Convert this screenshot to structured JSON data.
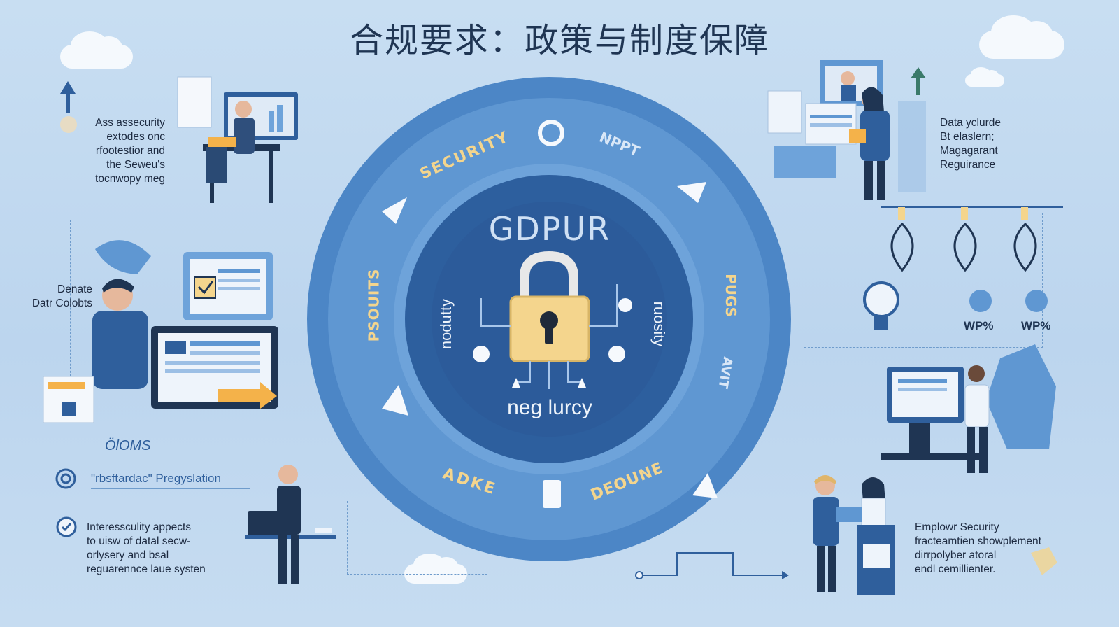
{
  "title": "合规要求：政策与制度保障",
  "center": {
    "heading": "GDPUR",
    "bottom": "neg lurcy",
    "left_vertical": "nodutty",
    "right_vertical": "ruosity"
  },
  "ring_labels": {
    "top_left": "SECURITY",
    "top_right": "NPPT",
    "left": "PSOUITS",
    "right": "PUGS",
    "bottom_left": "ADKE",
    "bottom_right": "DEOUNE",
    "right_lower": "AVIT"
  },
  "left_top_text": [
    "Ass assecurity",
    "extodes onc",
    "rfootestior and",
    "the Seweu's",
    "tocnwopy meg"
  ],
  "left_mid_text": [
    "Denate",
    "Datr Colobts"
  ],
  "left_lower_label": "\"rbsftardac\" Pregyslation",
  "left_bottom_text": [
    "Interessculity appects",
    "to uisw of datal secw-",
    "orlysery and bsal",
    "reguarennce laue systen"
  ],
  "right_top_text": [
    "Data yclurde",
    "Bt elaslern;",
    "Magagarant",
    "Reguirance"
  ],
  "right_bottom_text": [
    "Emplowr Security",
    "fracteamtien showplement",
    "dirrpolyber atoral",
    "endl cemillienter."
  ],
  "wp_labels": [
    "WP%",
    "WP%"
  ],
  "left_squiggle": "ÖlOMS",
  "colors": {
    "background": "#c3d9ef",
    "ring_outer": "#4c86c6",
    "ring_middle": "#5f97d2",
    "inner_disc": "#2d5f9e",
    "accent_yellow": "#f4d58d",
    "navy": "#1f3553"
  }
}
